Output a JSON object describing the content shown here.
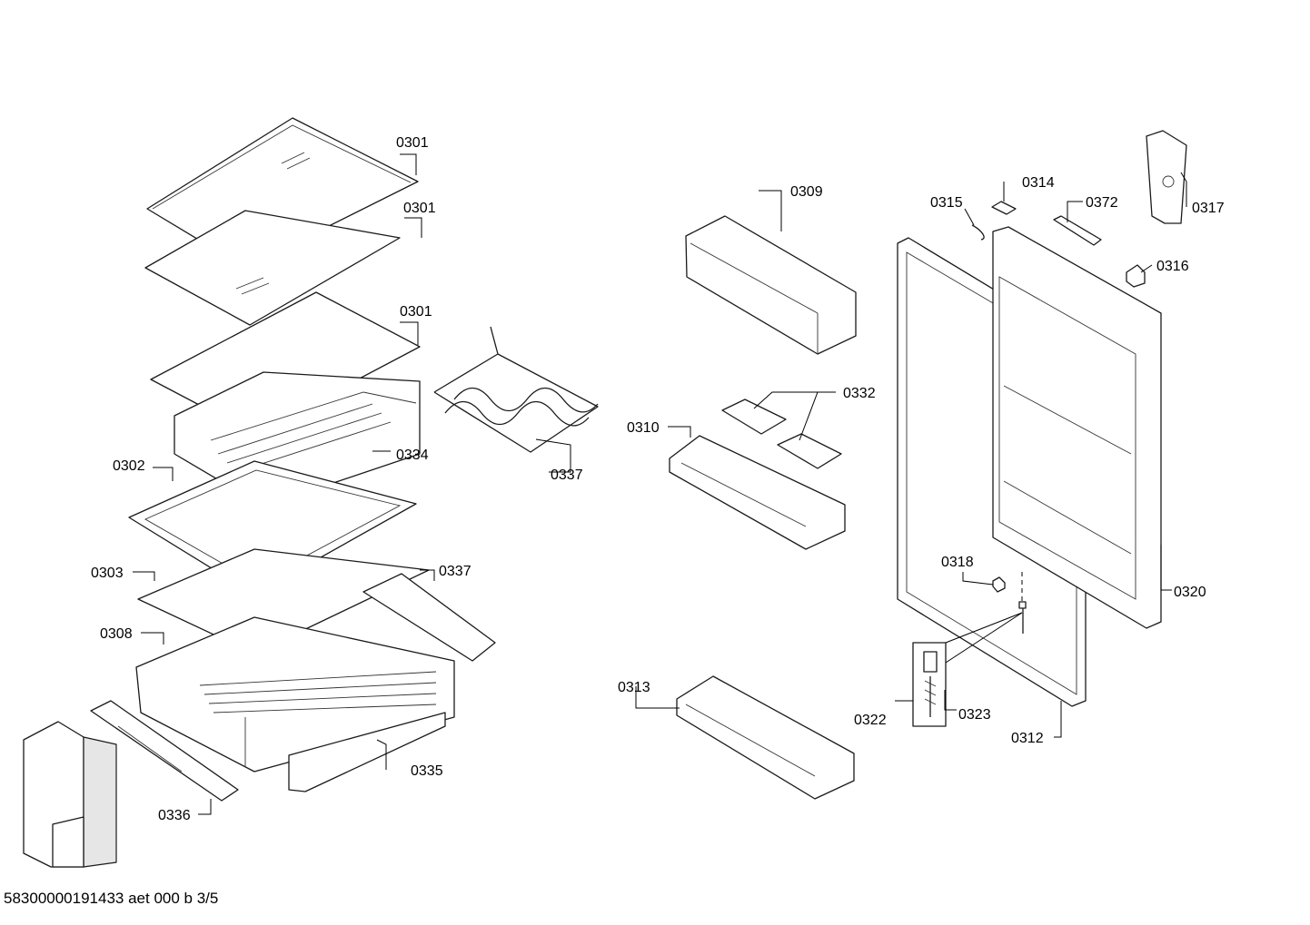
{
  "labels": {
    "shelf_top": "0301",
    "shelf_second": "0301",
    "shelf_third": "0301",
    "frame_shelf": "0302",
    "cover_plate": "0303",
    "crisper_drawer": "0308",
    "door_bin_top": "0309",
    "door_bin_middle": "0310",
    "door_gasket": "0312",
    "door_bin_bottom": "0313",
    "hinge_cover_top": "0314",
    "spring_clip": "0315",
    "cover_right": "0316",
    "hinge_bracket": "0317",
    "plug": "0318",
    "door_panel": "0320",
    "fixing_set": "0322",
    "screw": "0323",
    "egg_tray": "0332",
    "upper_drawer": "0334",
    "drawer_front": "0335",
    "slide_rail": "0336",
    "wine_rack": "0337",
    "rail_right": "0337",
    "cover_strip": "0372"
  },
  "footer": "58300000191433 aet 000 b 3/5"
}
